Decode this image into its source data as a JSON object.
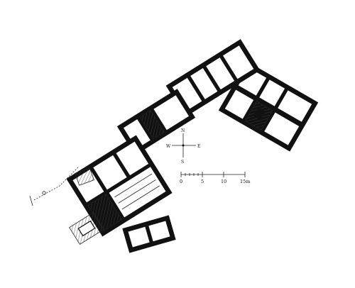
{
  "north_arrow": {
    "n": "N",
    "s": "S",
    "w": "W",
    "e": "E"
  },
  "scale_bar": {
    "labels": [
      "0",
      "5",
      "10",
      "15m"
    ]
  }
}
